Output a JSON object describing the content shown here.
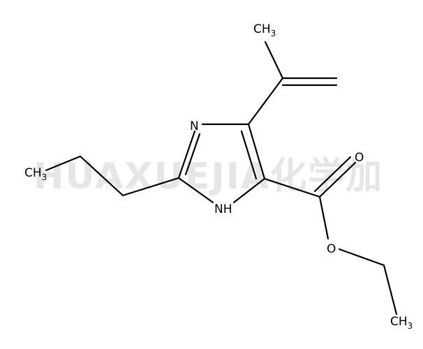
{
  "watermark": "HUAXUEJIA化学加",
  "labels": {
    "ch3_top": {
      "main": "CH",
      "sub": "3"
    },
    "ch3_left": {
      "main": "CH",
      "sub": "3"
    },
    "ch3_bottom": {
      "main": "CH",
      "sub": "3"
    },
    "n_ring": "N",
    "nh_ring": "NH",
    "o_carbonyl": "O",
    "o_ester": "O"
  },
  "colors": {
    "bond": "#000000",
    "watermark": "#e6e6e6",
    "background": "#ffffff"
  }
}
